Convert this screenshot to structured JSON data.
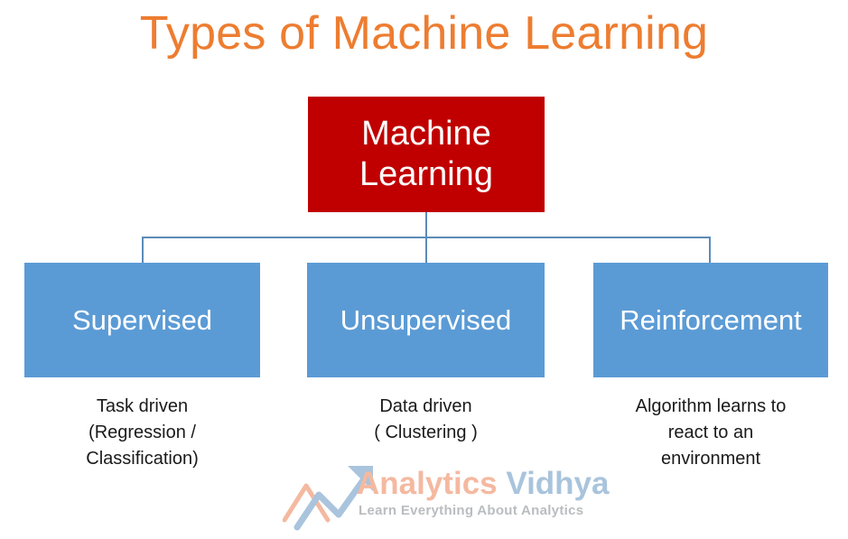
{
  "page": {
    "title": "Types of Machine Learning",
    "background_color": "#FFFFFF"
  },
  "colors": {
    "title_orange": "#ED7D31",
    "root_red": "#C00000",
    "child_blue": "#5B9BD5",
    "connector_blue": "#5B8CB8",
    "caption_text": "#1A1A1A",
    "node_text": "#FFFFFF",
    "watermark_peach": "#F4B9A0",
    "watermark_steel": "#A9C4DC",
    "watermark_gray": "#B9BDC0"
  },
  "diagram": {
    "type": "hierarchy-tree",
    "root": {
      "label": "Machine\nLearning",
      "color": "#C00000"
    },
    "children": [
      {
        "label": "Supervised",
        "color": "#5B9BD5",
        "caption": "Task driven\n(Regression /\nClassification)"
      },
      {
        "label": "Unsupervised",
        "color": "#5B9BD5",
        "caption": "Data driven\n( Clustering )"
      },
      {
        "label": "Reinforcement",
        "color": "#5B9BD5",
        "caption": "Algorithm learns to\nreact to an\nenvironment"
      }
    ]
  },
  "watermark": {
    "brand_first": "Analytics",
    "brand_second": "Vidhya",
    "tagline": "Learn Everything About Analytics",
    "mark": "growth-arrow-icon"
  }
}
